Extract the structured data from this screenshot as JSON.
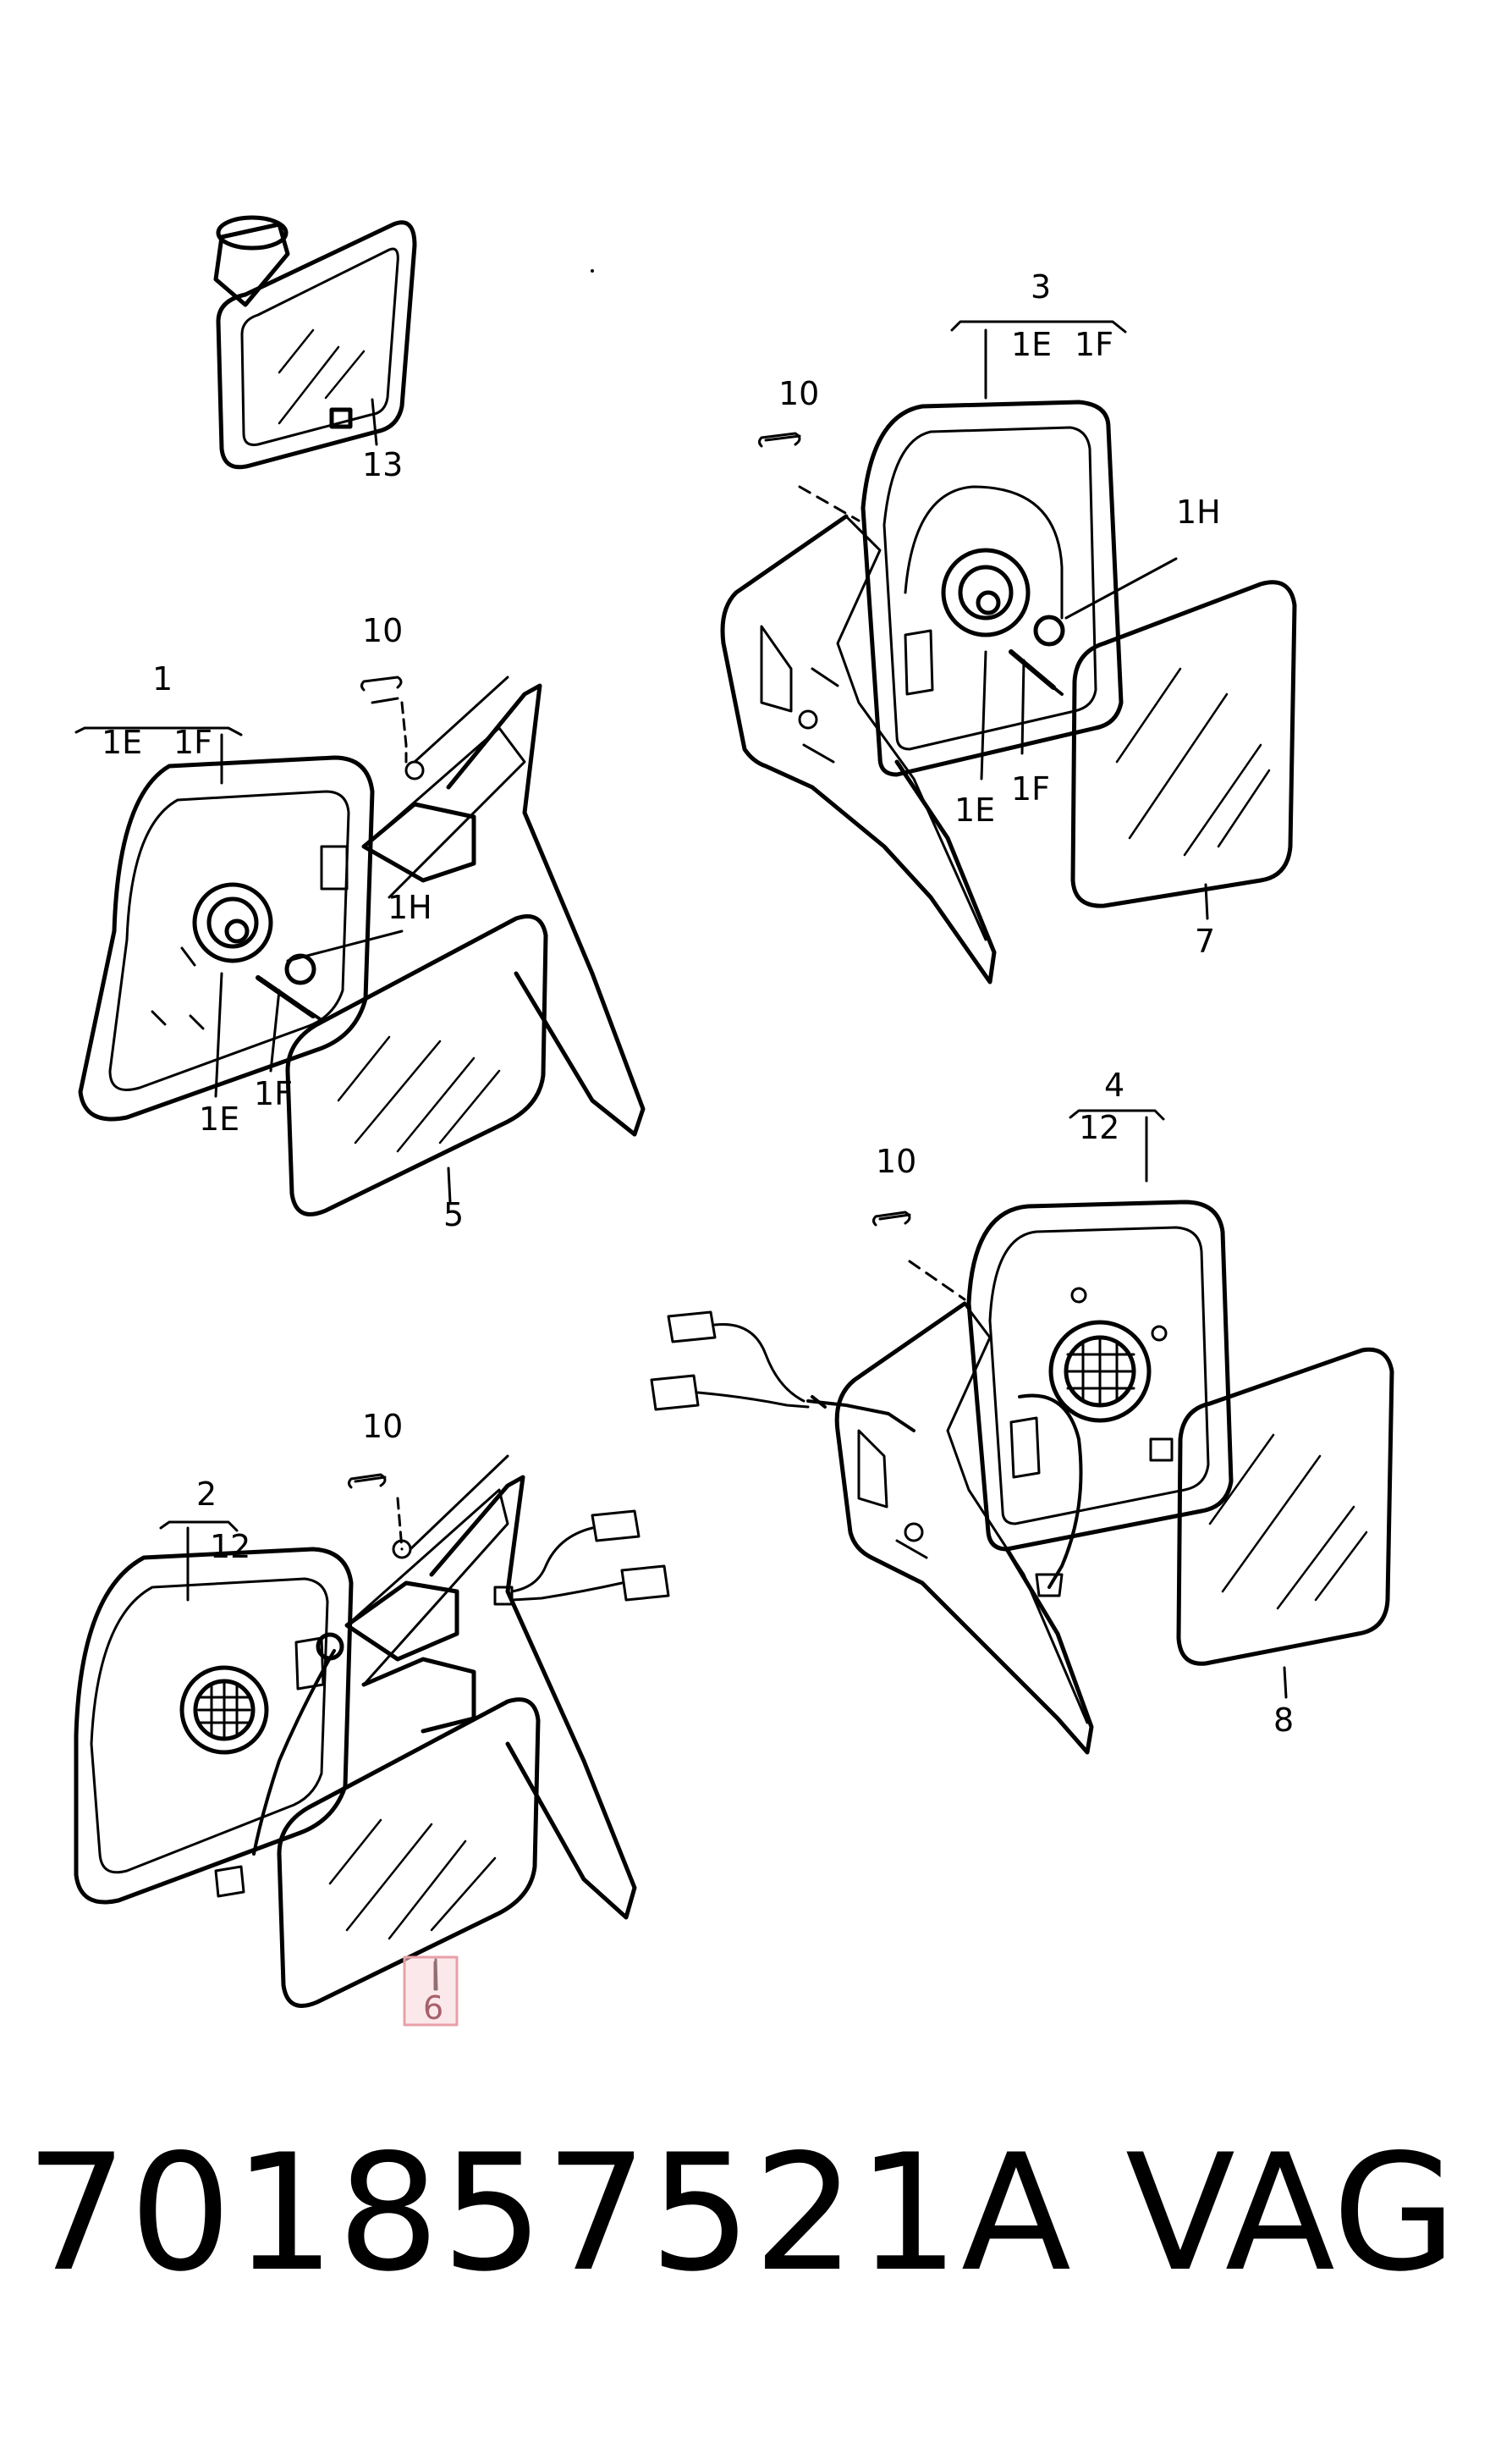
{
  "labels": {
    "mirror_inner": "13",
    "assy_left": "1",
    "assy_left_sub_e": "1E",
    "assy_left_sub_f": "1F",
    "assy_left_screw": "10",
    "assy_left_cap": "1H",
    "assy_left_bottom_e": "1E",
    "assy_left_bottom_f": "1F",
    "assy_left_glass": "5",
    "assy_right": "3",
    "assy_right_sub_e": "1E",
    "assy_right_sub_f": "1F",
    "assy_right_screw": "10",
    "assy_right_cap": "1H",
    "assy_right_bottom_e": "1E",
    "assy_right_bottom_f": "1F",
    "assy_right_glass": "7",
    "assy_heated_right": "4",
    "assy_heated_right_motor": "12",
    "assy_heated_right_screw": "10",
    "assy_heated_right_glass": "8",
    "assy_heated_left": "2",
    "assy_heated_left_motor": "12",
    "assy_heated_left_screw": "10",
    "assy_heated_left_glass": "6"
  },
  "highlighted_label": "6",
  "highlight_color": "#e8a0a8",
  "footer": {
    "part_number": "701857521A",
    "brand": "VAG"
  }
}
